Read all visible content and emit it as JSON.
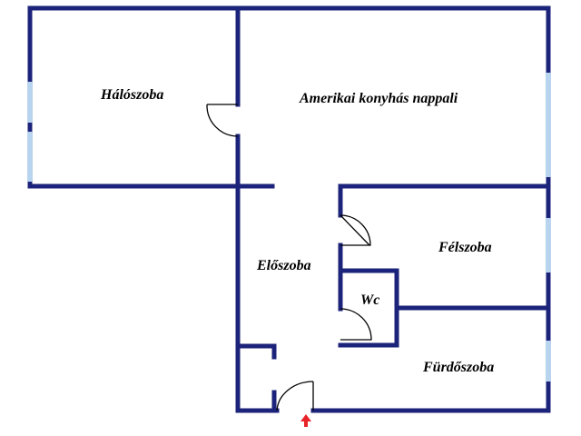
{
  "rooms": {
    "bedroom": "Hálószoba",
    "living": "Amerikai konyhás nappali",
    "hall": "Előszoba",
    "half_room": "Félszoba",
    "wc": "Wc",
    "bathroom": "Fürdőszoba"
  },
  "colors": {
    "wall": "#1c237a",
    "window": "#b8d4ee",
    "door": "#000000",
    "entrance_arrow": "#e8242a"
  },
  "icons": {
    "entrance": "arrow-up-icon"
  }
}
